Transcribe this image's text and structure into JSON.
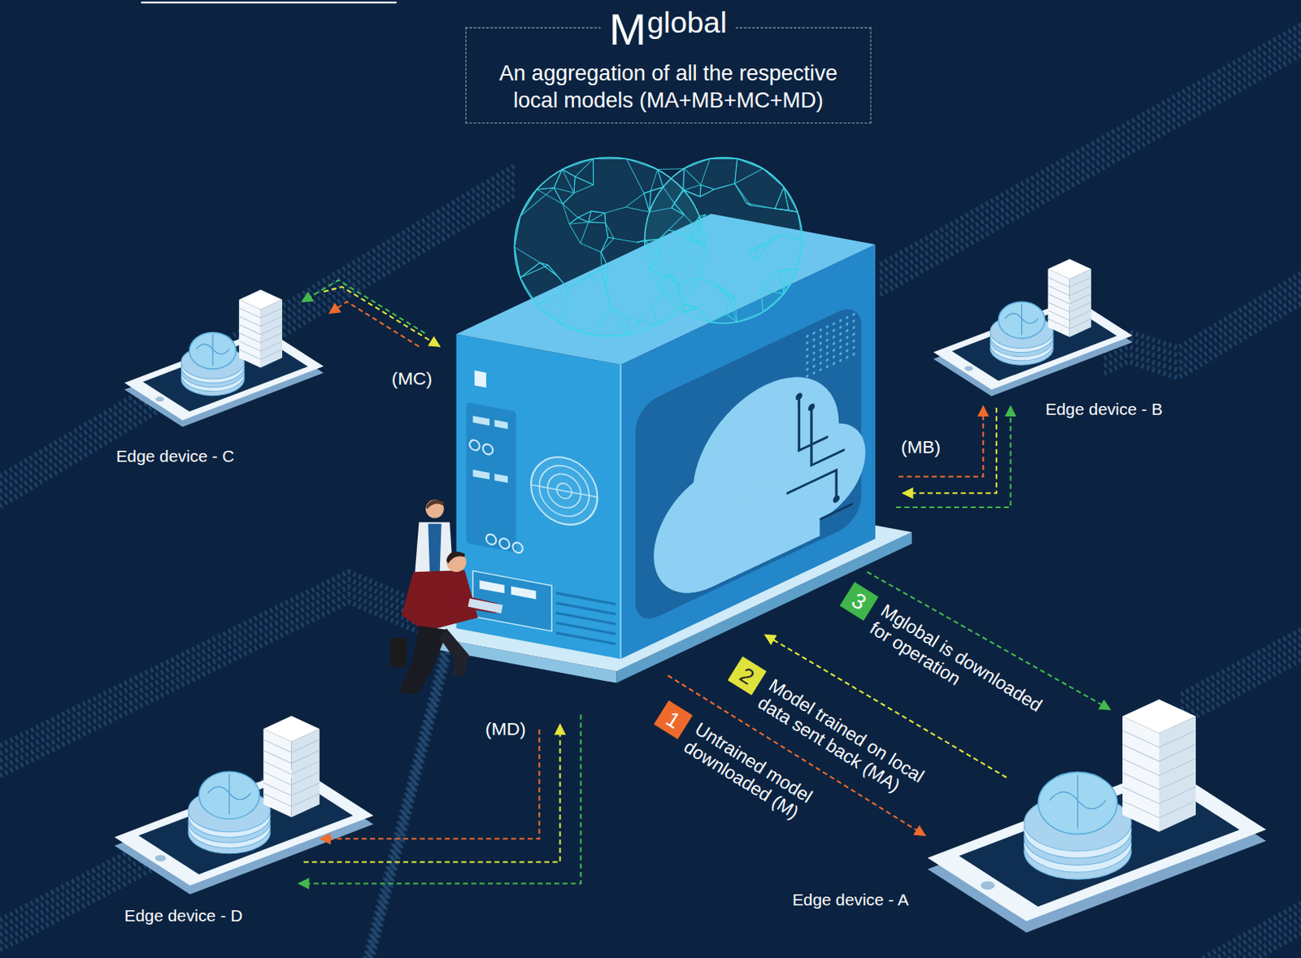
{
  "diagram": {
    "nodes": [
      {
        "text": [
          "Mglobal",
          "An aggregation of all the respective local models (MA+MB+MC+MD)"
        ]
      },
      {
        "text": [
          "Edge device - C"
        ]
      },
      {
        "text": [
          "Edge device - B"
        ]
      },
      {
        "text": [
          "Edge device - D"
        ]
      },
      {
        "text": [
          "Edge device - A"
        ]
      }
    ],
    "labels": [
      "(MC)",
      "(MB)",
      "3",
      "Mglobal is downloaded for operation",
      "2",
      "Model trained on local data sent back (MA)",
      "1",
      "Untrained model downloaded (M)",
      "(MD)"
    ]
  }
}
